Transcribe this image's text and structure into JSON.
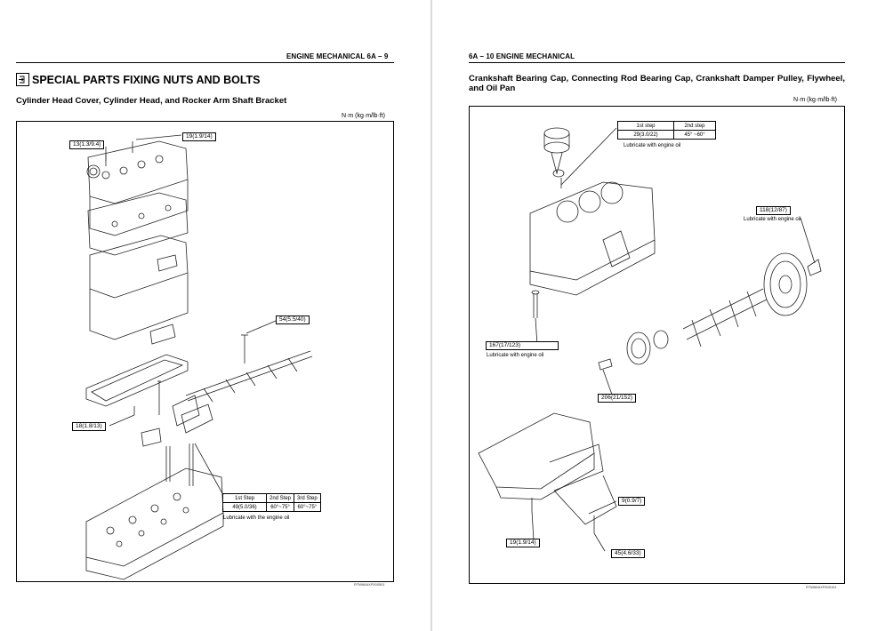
{
  "left_page": {
    "header": "ENGINE MECHANICAL   6A – 9",
    "section_title": "SPECIAL PARTS FIXING NUTS AND BOLTS",
    "subtitle": "Cylinder Head Cover, Cylinder Head, and Rocker Arm Shaft Bracket",
    "units": "N·m (kg·m/lb·ft)",
    "callouts": {
      "a": "19(1.9/14)",
      "b": "13(1.3/9.4)",
      "c": "54(5.5/40)",
      "d": "18(1.8/13)"
    },
    "steps_table": {
      "headers": [
        "1st Step",
        "2nd Step",
        "3rd Step"
      ],
      "values": [
        "49(5.0/36)",
        "60°~75°",
        "60°~75°"
      ]
    },
    "steps_note": "Lubricate with the engine oil",
    "figure_ref": "RTW66AXF000501"
  },
  "right_page": {
    "header": "6A – 10  ENGINE MECHANICAL",
    "subtitle": "Crankshaft Bearing Cap, Connecting Rod Bearing Cap, Crankshaft Damper Pulley, Flywheel, and Oil Pan",
    "units": "N·m (kg·m/lb·ft)",
    "steps_table": {
      "headers": [
        "1st step",
        "2nd step"
      ],
      "values": [
        "29(3.0/22)",
        "45° ~60°"
      ]
    },
    "steps_note": "Lubricate with engine oil",
    "callouts": {
      "flywheel": "118(12/87)",
      "flywheel_note": "Lubricate with engine oil",
      "main_cap": "167(17/123)",
      "main_cap_note": "Lubricate with engine oil",
      "pulley": "206(21/152)",
      "oilpan_a": "9(0.9/7)",
      "oilpan_b": "19(1.9/14)",
      "drain": "45(4.6/33)"
    },
    "figure_ref": "RTW66AXF000101"
  }
}
